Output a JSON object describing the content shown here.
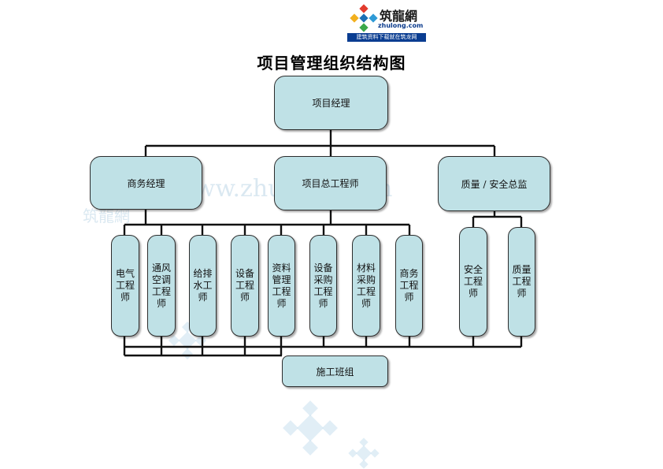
{
  "logo": {
    "name": "筑龍網",
    "url": "zhulong.com",
    "slogan": "建筑资料下载就在筑龙网",
    "colors": [
      "#e23b2e",
      "#f2b01e",
      "#2f9ad6",
      "#3aa84a"
    ]
  },
  "watermark": {
    "url": "www.zhulong.com",
    "name": "筑龍網"
  },
  "title": "项目管理组织结构图",
  "nodes": {
    "pm": "项目经理",
    "business_manager": "商务经理",
    "chief_engineer": "项目总工程师",
    "qs_director": "质量 / 安全总监",
    "electrical": "电气工程师",
    "hvac": "通风空调工程师",
    "plumbing": "给排水工师",
    "equipment": "设备工程师",
    "documents": "资料管理工程师",
    "procurement": "设备采购工程师",
    "materials": "材料采购工程师",
    "commercial": "商务工程师",
    "safety": "安全工程师",
    "quality": "质量工程师",
    "team": "施工班组"
  },
  "colors": {
    "box_fill": "#bfe1e6",
    "box_border": "#2c2c2c",
    "line": "#111111"
  }
}
